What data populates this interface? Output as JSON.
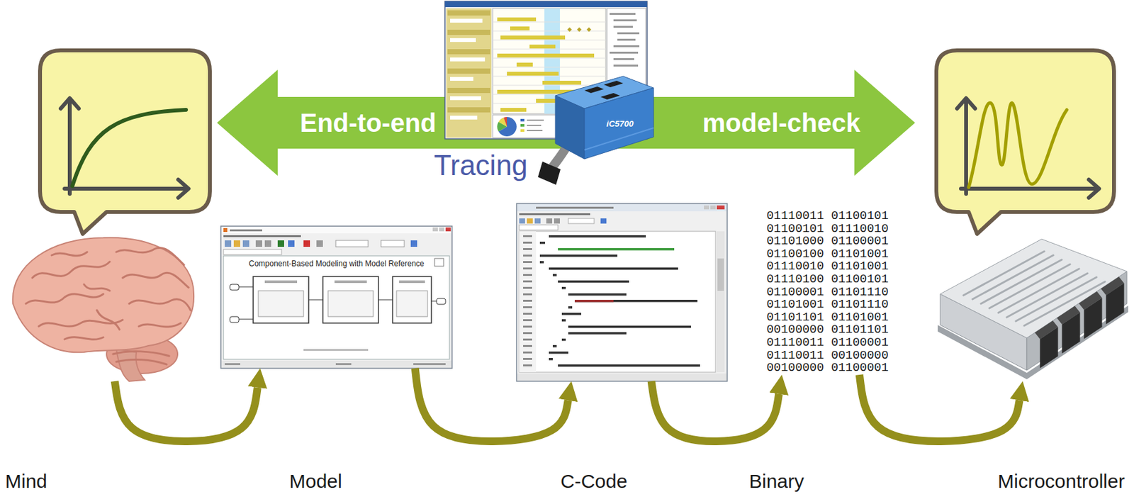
{
  "diagram": {
    "nodes": [
      {
        "text": [
          "Mind"
        ]
      },
      {
        "text": [
          "Model"
        ]
      },
      {
        "text": [
          "C-Code"
        ]
      },
      {
        "text": [
          "01110011 01100101 01100101 01110010 01101000 01100001 01100100 01101001 01110010 01101001 01110100 01100101 01100001 01101110 01101001 01101110 01101101 01101001 00100000 01101101 01110011 01100001 01110011 00100000 00100000 01100001",
          "Binary"
        ]
      },
      {
        "text": [
          "Microcontroller"
        ]
      }
    ],
    "edges": [
      {
        "from": 0,
        "to": 1,
        "arrow": "to"
      },
      {
        "from": 1,
        "to": 2,
        "arrow": "to"
      },
      {
        "from": 2,
        "to": 3,
        "arrow": "to"
      },
      {
        "from": 3,
        "to": 4,
        "arrow": "to"
      }
    ],
    "labels": [
      "End-to-end",
      "model-check",
      "Tracing",
      "iC5700",
      "Component-Based Modeling with Model Reference"
    ]
  }
}
